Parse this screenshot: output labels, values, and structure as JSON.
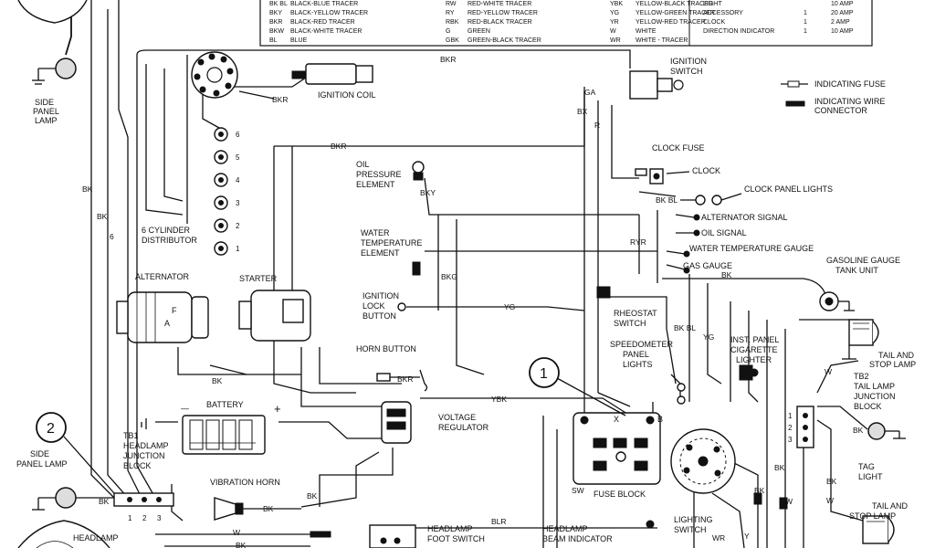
{
  "legend": {
    "rows": [
      [
        "BK BL",
        "BLACK-BLUE TRACER",
        "RW",
        "RED-WHITE TRACER",
        "YBK",
        "YELLOW-BLACK TRACER"
      ],
      [
        "BKY",
        "BLACK-YELLOW TRACER",
        "RY",
        "RED-YELLOW TRACER",
        "YG",
        "YELLOW-GREEN TRACER"
      ],
      [
        "BKR",
        "BLACK-RED TRACER",
        "RBK",
        "RED-BLACK TRACER",
        "YR",
        "YELLOW-RED TRACER"
      ],
      [
        "BKW",
        "BLACK-WHITE TRACER",
        "G",
        "GREEN",
        "W",
        "WHITE"
      ],
      [
        "BL",
        "BLUE",
        "GBK",
        "GREEN-BLACK TRACER",
        "WR",
        "WHITE - TRACER"
      ]
    ],
    "fuses": [
      [
        "LIGHT",
        "",
        "10 AMP"
      ],
      [
        "ACCESSORY",
        "1",
        "20 AMP"
      ],
      [
        "CLOCK",
        "1",
        "2 AMP"
      ],
      [
        "DIRECTION INDICATOR",
        "1",
        "10 AMP"
      ]
    ]
  },
  "key": {
    "fuse": "INDICATING FUSE",
    "connector_l1": "INDICATING WIRE",
    "connector_l2": "CONNECTOR"
  },
  "components": {
    "side_panel_lamp_1": [
      "SIDE",
      "PANEL",
      "LAMP"
    ],
    "ignition_coil": "IGNITION COIL",
    "ignition_switch": [
      "IGNITION",
      "SWITCH"
    ],
    "oil_pressure": [
      "OIL",
      "PRESSURE",
      "ELEMENT"
    ],
    "clock_fuse": "CLOCK FUSE",
    "clock": "CLOCK",
    "clock_panel_lights": "CLOCK PANEL LIGHTS",
    "alternator_signal": "ALTERNATOR SIGNAL",
    "oil_signal": "OIL SIGNAL",
    "water_temp_gauge": "WATER TEMPERATURE GAUGE",
    "gas_gauge": "GAS GAUGE",
    "water_temp_element": [
      "WATER",
      "TEMPERATURE",
      "ELEMENT"
    ],
    "distributor": [
      "6 CYLINDER",
      "DISTRIBUTOR"
    ],
    "gas_tank_unit": [
      "GASOLINE GAUGE",
      "TANK UNIT"
    ],
    "alternator": "ALTERNATOR",
    "starter": "STARTER",
    "ignition_lock": [
      "IGNITION",
      "LOCK",
      "BUTTON"
    ],
    "rheostat": [
      "RHEOSTAT",
      "SWITCH"
    ],
    "speedo_lights": [
      "SPEEDOMETER",
      "PANEL",
      "LIGHTS"
    ],
    "cigarette_lighter": [
      "INST. PANEL",
      "CIGARETTE",
      "LIGHTER"
    ],
    "tail_stop_1": [
      "TAIL AND",
      "STOP LAMP"
    ],
    "horn_button": "HORN BUTTON",
    "battery": "BATTERY",
    "voltage_regulator": [
      "VOLTAGE",
      "REGULATOR"
    ],
    "tb2": [
      "TB2",
      "TAIL LAMP",
      "JUNCTION",
      "BLOCK"
    ],
    "tag_light": [
      "TAG",
      "LIGHT"
    ],
    "side_panel_lamp_2": [
      "SIDE",
      "PANEL LAMP"
    ],
    "tb1": [
      "TB1",
      "HEADLAMP",
      "JUNCTION",
      "BLOCK"
    ],
    "vibration_horn": "VIBRATION HORN",
    "fuse_block": "FUSE BLOCK",
    "lighting_switch": [
      "LIGHTING",
      "SWITCH"
    ],
    "tail_stop_2": [
      "TAIL AND",
      "STOP LAMP"
    ],
    "headlamp": "HEADLAMP",
    "foot_switch": [
      "HEADLAMP",
      "FOOT SWITCH"
    ],
    "beam_indicator": [
      "HEADLAMP",
      "BEAM INDICATOR"
    ]
  },
  "wire_codes": {
    "bkr": "BKR",
    "bk": "BK",
    "bky": "BKY",
    "bkg": "BKG",
    "yg": "YG",
    "ybk": "YBK",
    "bx": "BX",
    "r": "R",
    "ga": "GA",
    "bkbl": "BK BL",
    "ryr": "RYR",
    "w": "W",
    "blr": "BLR",
    "wr": "WR",
    "y": "Y",
    "sw": "SW",
    "x": "X",
    "b": "B",
    "f": "F",
    "a": "A",
    "minus": "—",
    "plus": "+",
    "six": "6"
  },
  "dist_terminals": [
    "6",
    "5",
    "4",
    "3",
    "2",
    "1"
  ],
  "tb1_terminals": [
    "1",
    "2",
    "3"
  ],
  "tb2_terminals": [
    "1",
    "2",
    "3"
  ],
  "callouts": [
    "1",
    "2"
  ]
}
